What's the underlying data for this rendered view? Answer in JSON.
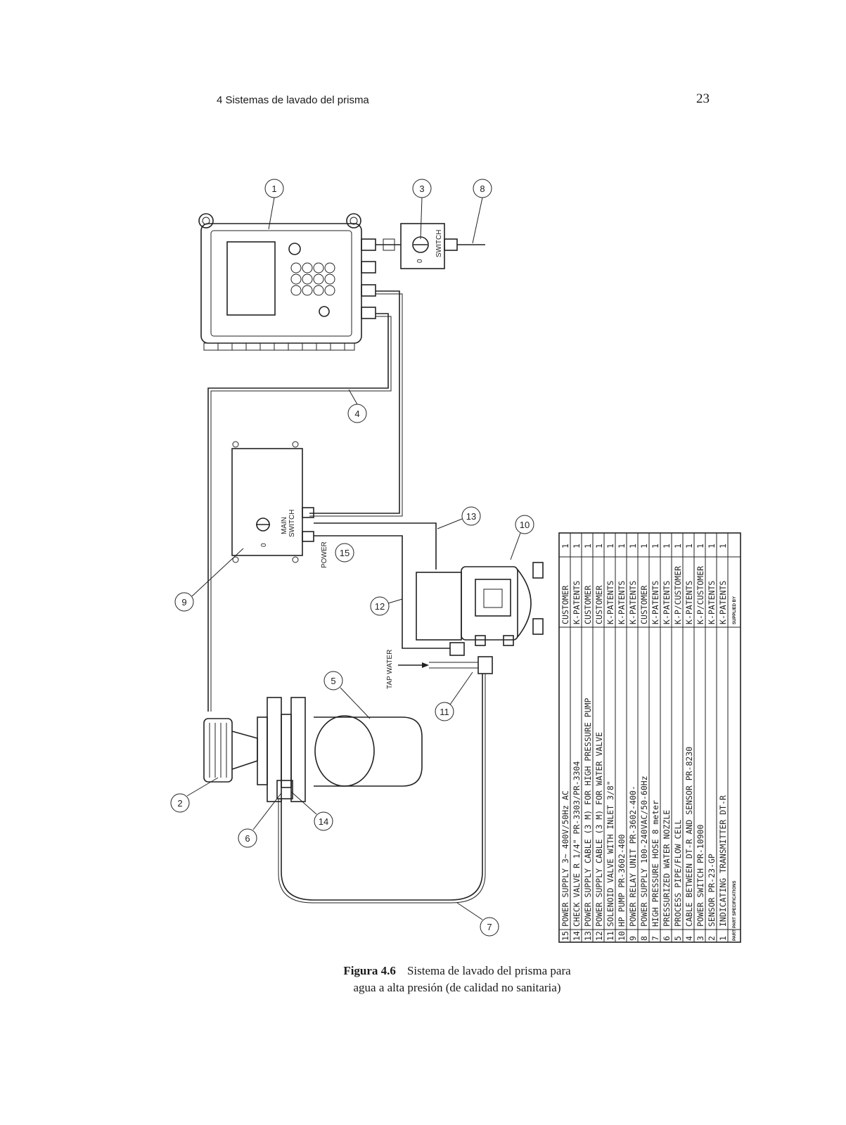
{
  "header": {
    "chapter": "4 Sistemas de lavado del prisma",
    "page_number": "23"
  },
  "figure": {
    "caption_label": "Figura 4.6",
    "caption_line1": "Sistema de lavado del prisma para",
    "caption_line2": "agua a alta presión (de calidad no sanitaria)",
    "labels": {
      "switch": "SWITCH",
      "main_switch_1": "MAIN",
      "main_switch_2": "SWITCH",
      "power": "POWER",
      "tap_water": "TAP WATER",
      "switch_zero": "0",
      "main_zero": "0"
    },
    "callouts": [
      "1",
      "2",
      "3",
      "4",
      "5",
      "6",
      "7",
      "8",
      "9",
      "10",
      "11",
      "12",
      "13",
      "14",
      "15"
    ],
    "parts_table": {
      "col_part": "PART",
      "col_spec": "PART SPECIFICATIONS",
      "col_supplied": "SUPPLIED BY",
      "rows": [
        {
          "no": "15",
          "spec": "POWER SUPPLY 3~ 400V/50Hz AC",
          "supplied": "CUSTOMER",
          "qty": "1"
        },
        {
          "no": "14",
          "spec": "CHECK VALVE R 1/4\" PR-3303/PR-3304",
          "supplied": "K-PATENTS",
          "qty": "1"
        },
        {
          "no": "13",
          "spec": "POWER SUPPLY CABLE (3 M) FOR HIGH PRESSURE PUMP",
          "supplied": "CUSTOMER",
          "qty": "1"
        },
        {
          "no": "12",
          "spec": "POWER SUPPLY CABLE (3 M) FOR WATER VALVE",
          "supplied": "CUSTOMER",
          "qty": "1"
        },
        {
          "no": "11",
          "spec": "SOLENOID VALVE WITH INLET 3/8\"",
          "supplied": "K-PATENTS",
          "qty": "1"
        },
        {
          "no": "10",
          "spec": "HP PUMP PR-3602-400",
          "supplied": "K-PATENTS",
          "qty": "1"
        },
        {
          "no": "9",
          "spec": "POWER RELAY UNIT PR-3602-400-",
          "supplied": "K-PATENTS",
          "qty": "1"
        },
        {
          "no": "8",
          "spec": "POWER SUPPLY 100-240VAC/50-60Hz",
          "supplied": "CUSTOMER",
          "qty": "1"
        },
        {
          "no": "7",
          "spec": "HIGH PRESSURE HOSE 8 meter",
          "supplied": "K-PATENTS",
          "qty": "1"
        },
        {
          "no": "6",
          "spec": "PRESSURIZED WATER NOZZLE",
          "supplied": "K-PATENTS",
          "qty": "1"
        },
        {
          "no": "5",
          "spec": "PROCESS PIPE/FLOW CELL",
          "supplied": "K-P/CUSTOMER",
          "qty": "1"
        },
        {
          "no": "4",
          "spec": "CABLE BETWEEN DT-R AND SENSOR PR-8230",
          "supplied": "K-PATENTS",
          "qty": "1"
        },
        {
          "no": "3",
          "spec": "POWER SWITCH PR-10900",
          "supplied": "K-P/CUSTOMER",
          "qty": "1"
        },
        {
          "no": "2",
          "spec": "SENSOR PR-23-GP",
          "supplied": "K-PATENTS",
          "qty": "1"
        },
        {
          "no": "1",
          "spec": "INDICATING TRANSMITTER DT-R",
          "supplied": "K-PATENTS",
          "qty": "1"
        }
      ]
    }
  }
}
